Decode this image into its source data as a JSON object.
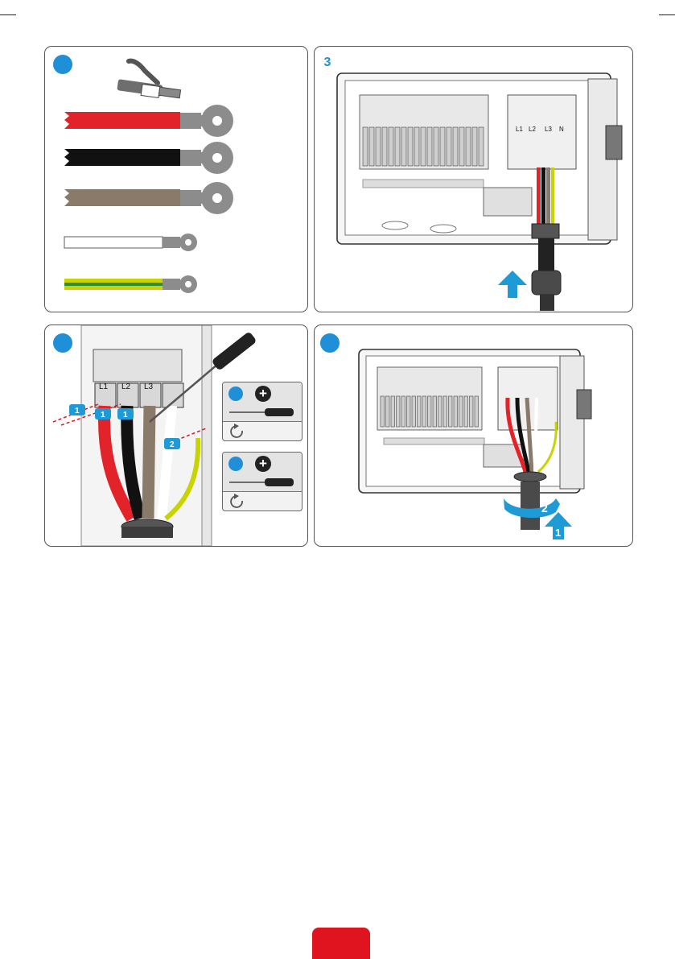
{
  "steps": {
    "step1": {
      "badge": ""
    },
    "step3": {
      "badge": "3"
    },
    "step4": {
      "badge": "",
      "arrow_labels": [
        "1",
        "1",
        "1",
        "2"
      ]
    },
    "step5": {
      "badge": "",
      "arrow_labels": [
        "2",
        "1"
      ]
    }
  },
  "terminals": {
    "labels": [
      "L1",
      "L2",
      "L3",
      "N"
    ]
  },
  "cables": [
    {
      "name": "red",
      "color": "#e3232a"
    },
    {
      "name": "black",
      "color": "#111111"
    },
    {
      "name": "brown",
      "color": "#8a7a6a"
    },
    {
      "name": "white",
      "color": "#ffffff"
    },
    {
      "name": "yellow-green",
      "color": "#c8d400"
    }
  ],
  "colors": {
    "accent_blue": "#1f8fd8",
    "brand_red": "#e0141e",
    "arrow_blue": "#1e9ad6"
  },
  "tools": [
    {
      "icon": "phillips-screwdriver-icon",
      "action": "tighten-clockwise-icon"
    },
    {
      "icon": "phillips-screwdriver-icon",
      "action": "tighten-clockwise-icon"
    }
  ]
}
